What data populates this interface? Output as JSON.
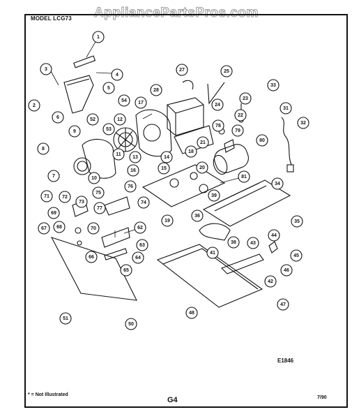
{
  "header": {
    "model_label": "MODEL LCG73",
    "watermark": "AppliancePartsPros.com"
  },
  "footer": {
    "diagram_code": "E1846",
    "note": "* = Not Illustrated",
    "page_label": "G4",
    "date": "7/90"
  },
  "callouts": [
    "1",
    "2",
    "3",
    "4",
    "5",
    "6",
    "7",
    "8",
    "9",
    "10",
    "11",
    "12",
    "13",
    "14",
    "15",
    "16",
    "17",
    "18",
    "19",
    "20",
    "21",
    "22",
    "23",
    "24",
    "25",
    "27",
    "28",
    "31",
    "32",
    "33",
    "34",
    "35",
    "36",
    "38",
    "39",
    "41",
    "42",
    "43",
    "44",
    "45",
    "46",
    "47",
    "48",
    "50",
    "51",
    "52",
    "53",
    "54",
    "62",
    "63",
    "64",
    "65",
    "66",
    "67",
    "68",
    "69",
    "70",
    "71",
    "72",
    "73",
    "74",
    "75",
    "76",
    "77",
    "78",
    "79",
    "80",
    "81"
  ]
}
